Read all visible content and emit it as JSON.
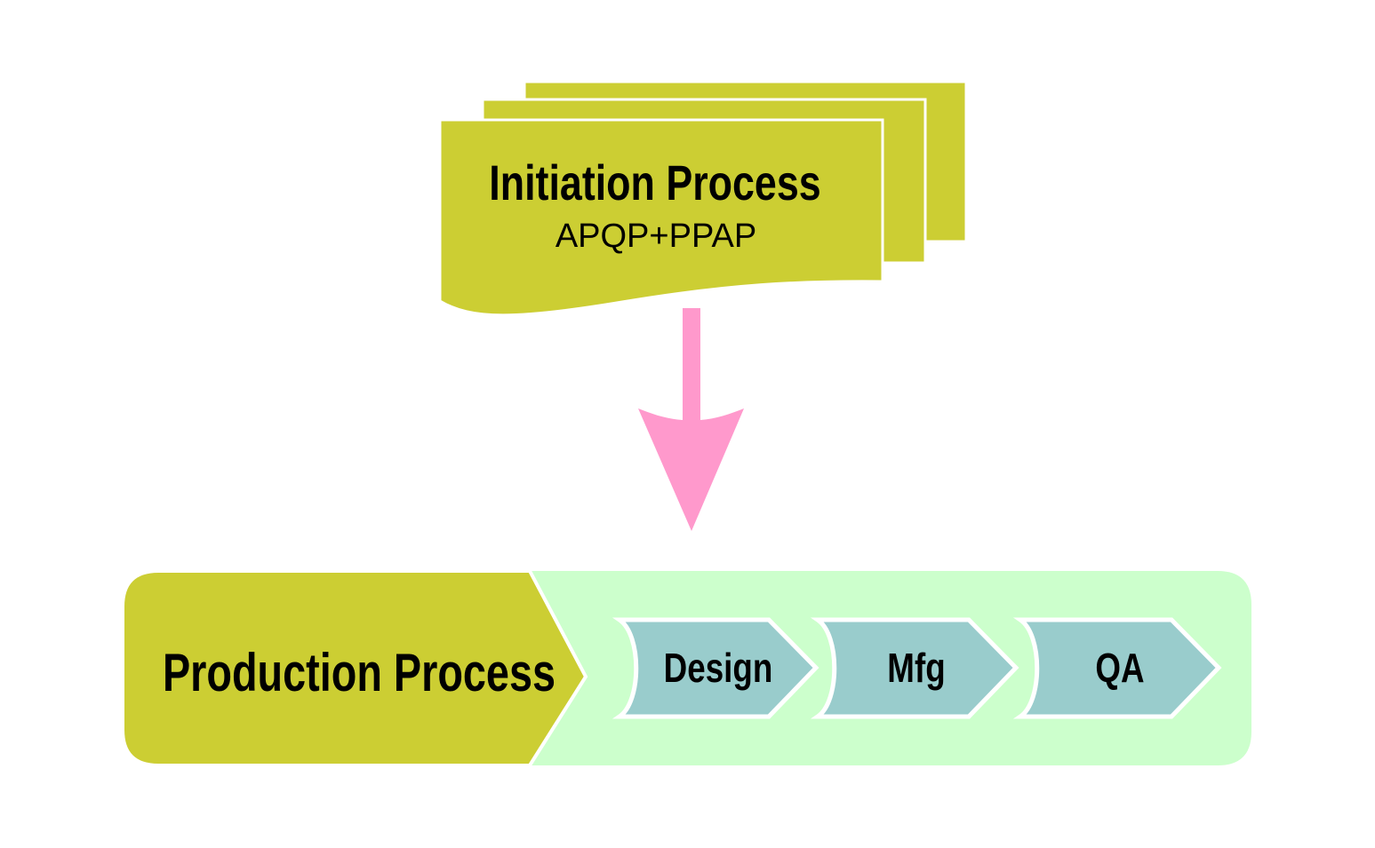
{
  "colors": {
    "olive": "#CCCE33",
    "pink_arrow": "#FF99CC",
    "light_green": "#CCFFCC",
    "teal_step": "#99CCCC",
    "background": "#FFFFFF",
    "text": "#000000"
  },
  "initiation": {
    "title": "Initiation Process",
    "subtitle": "APQP+PPAP"
  },
  "production": {
    "title": "Production Process",
    "steps": [
      {
        "label": "Design"
      },
      {
        "label": "Mfg"
      },
      {
        "label": "QA"
      }
    ]
  }
}
